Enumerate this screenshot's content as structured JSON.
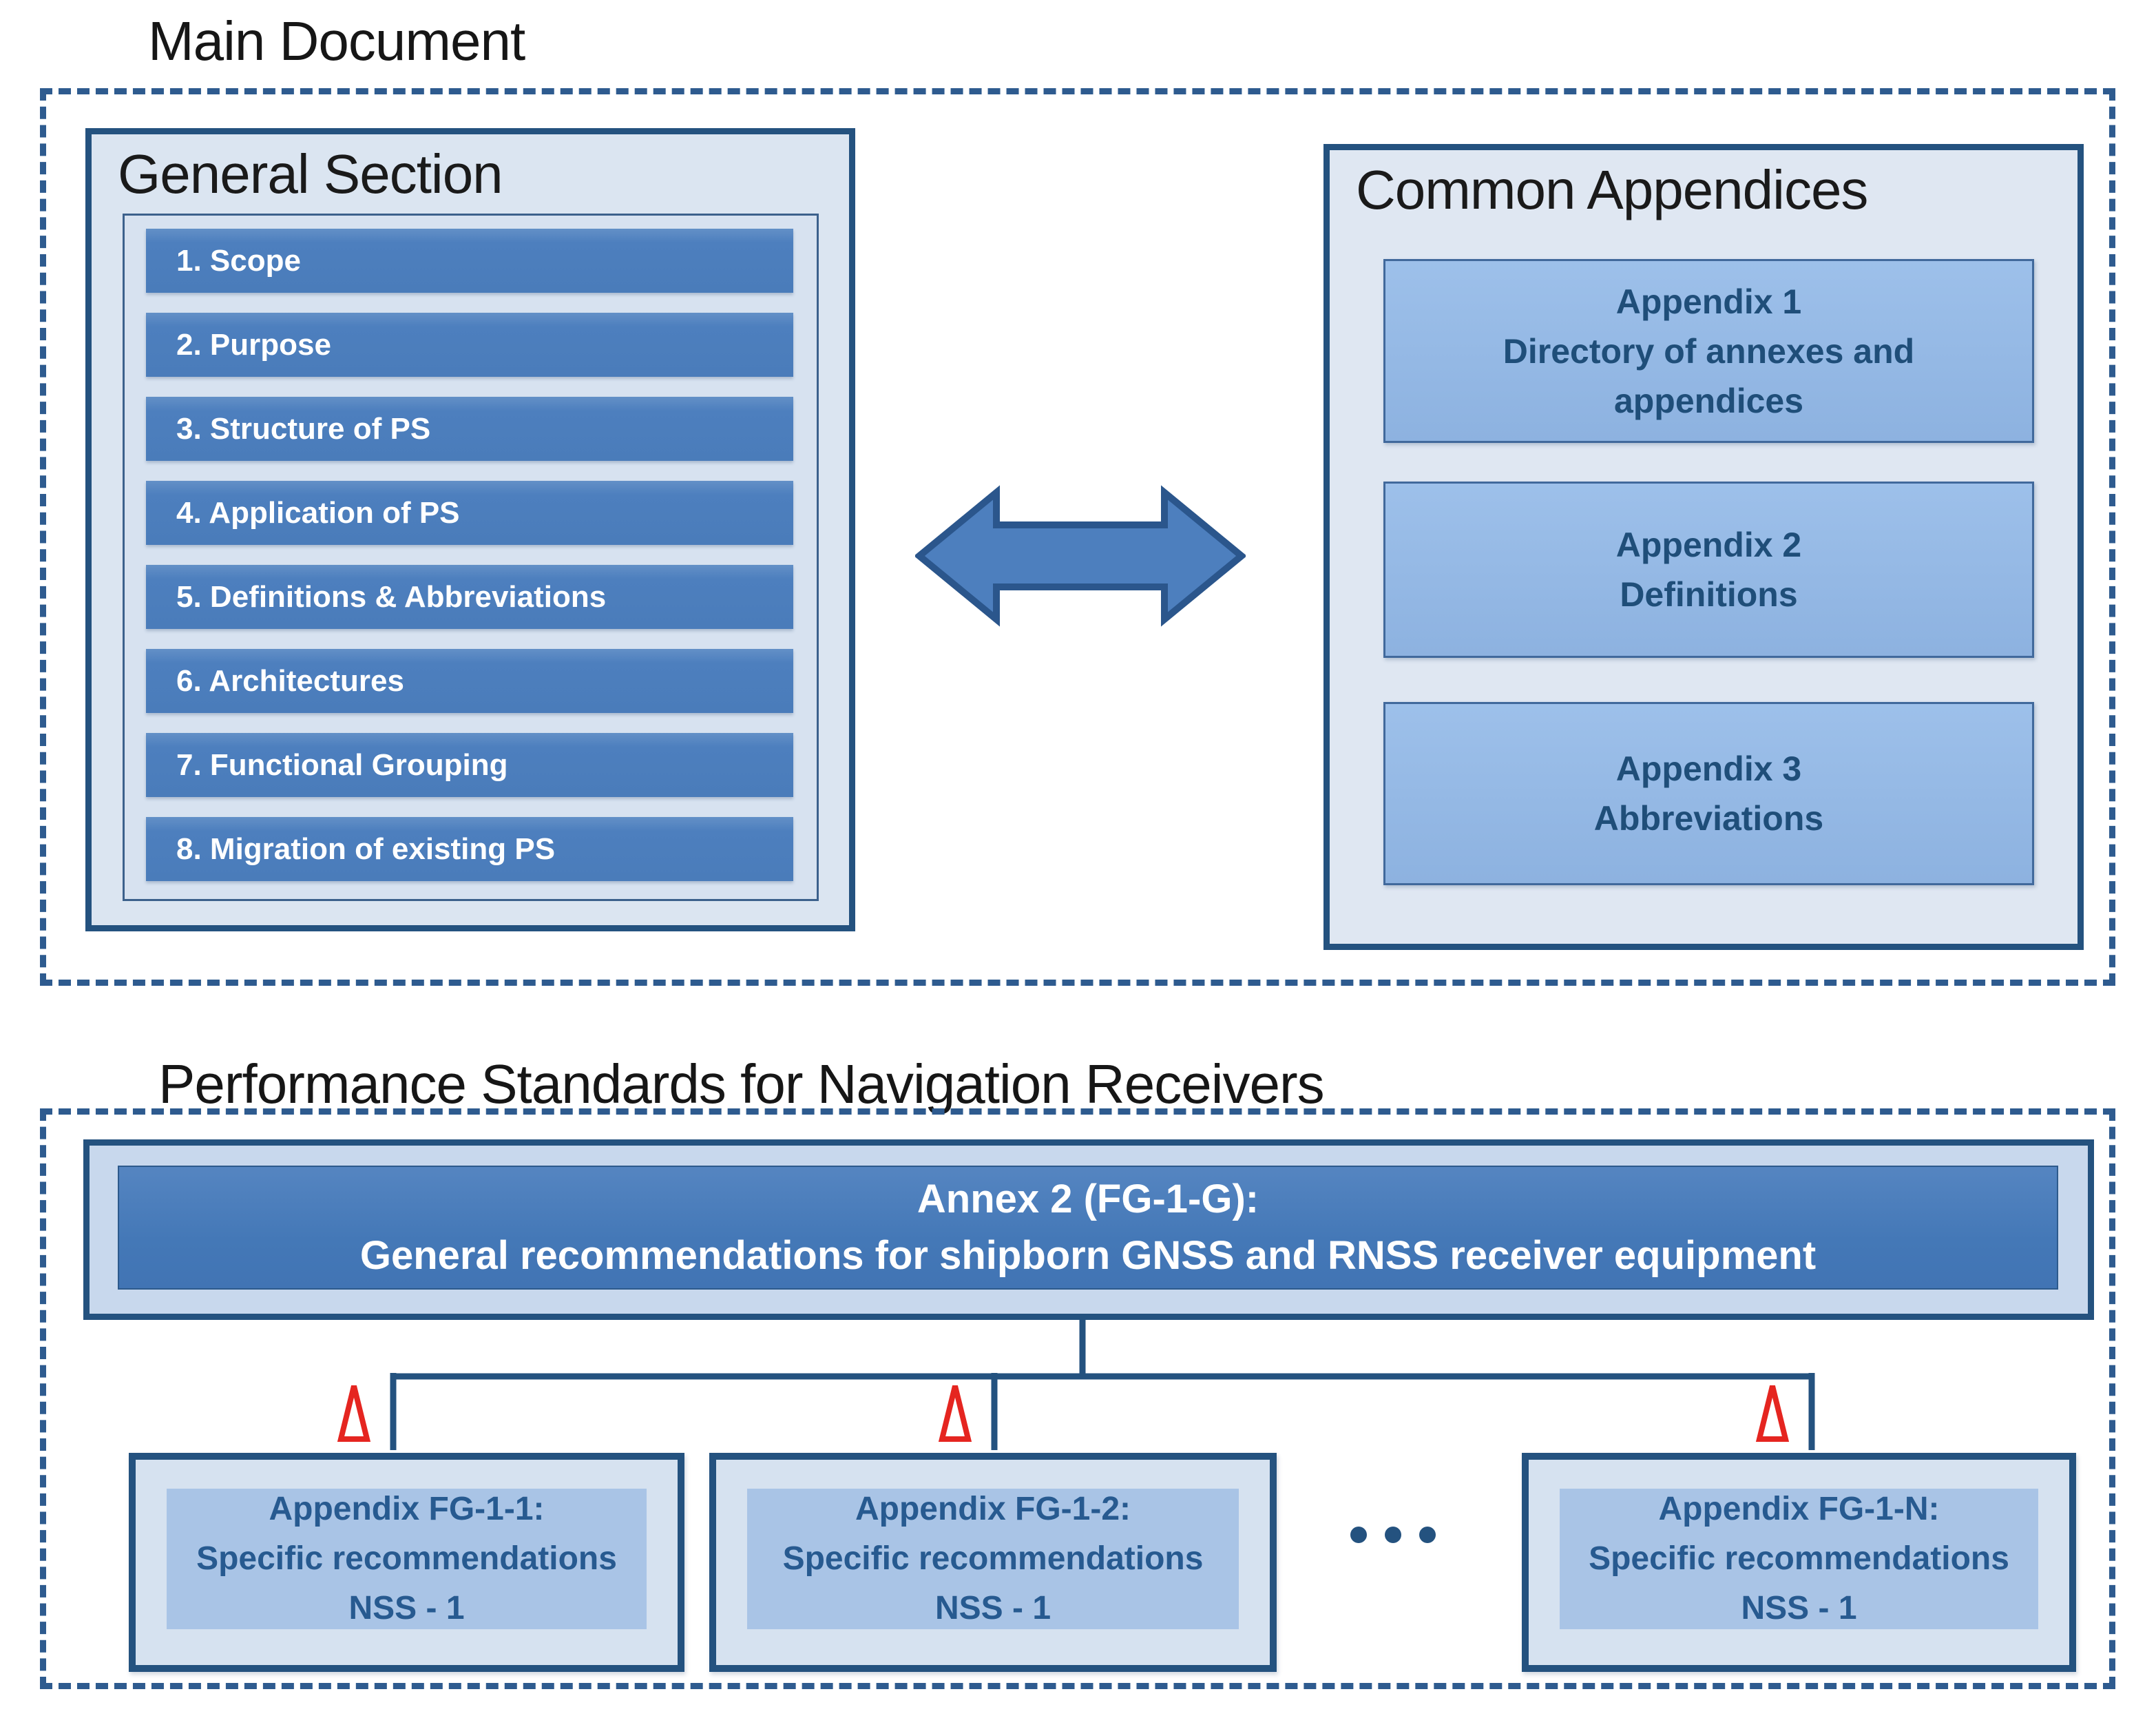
{
  "main_document": {
    "title": "Main Document",
    "general_section": {
      "title": "General Section",
      "items": [
        "1. Scope",
        "2. Purpose",
        "3. Structure of PS",
        "4. Application of PS",
        "5. Definitions & Abbreviations",
        "6. Architectures",
        "7. Functional Grouping",
        "8. Migration of existing PS"
      ]
    },
    "common_appendices": {
      "title": "Common Appendices",
      "boxes": [
        {
          "lines": [
            "Appendix 1",
            "Directory of annexes and",
            "appendices"
          ]
        },
        {
          "lines": [
            "Appendix 2",
            "Definitions"
          ]
        },
        {
          "lines": [
            "Appendix 3",
            "Abbreviations"
          ]
        }
      ]
    }
  },
  "performance_standards": {
    "title": "Performance Standards for Navigation Receivers",
    "annex": {
      "line1": "Annex 2 (FG-1-G):",
      "line2": "General recommendations for shipborn GNSS and RNSS receiver equipment"
    },
    "appendices": [
      {
        "lines": [
          "Appendix FG-1-1:",
          "Specific recommendations",
          "NSS - 1"
        ]
      },
      {
        "lines": [
          "Appendix FG-1-2:",
          "Specific recommendations",
          "NSS - 1"
        ]
      },
      {
        "lines": [
          "Appendix FG-1-N:",
          "Specific recommendations",
          "NSS - 1"
        ]
      }
    ]
  },
  "icons": {
    "double_arrow": "double-headed horizontal arrow",
    "delta": "red outline triangle marker",
    "ellipsis": "three dots continuation"
  },
  "colors": {
    "dark_border": "#24527f",
    "dashed_border": "#2e5b8f",
    "bar_blue": "#4d7fbe",
    "annex_blue": "#4478b7",
    "appendix_fill": "#93b8e4",
    "panel_fill": "#a9c4e6",
    "light_fill": "#dbe5f1",
    "dark_text": "#1f4e79",
    "delta_red": "#e52520"
  }
}
